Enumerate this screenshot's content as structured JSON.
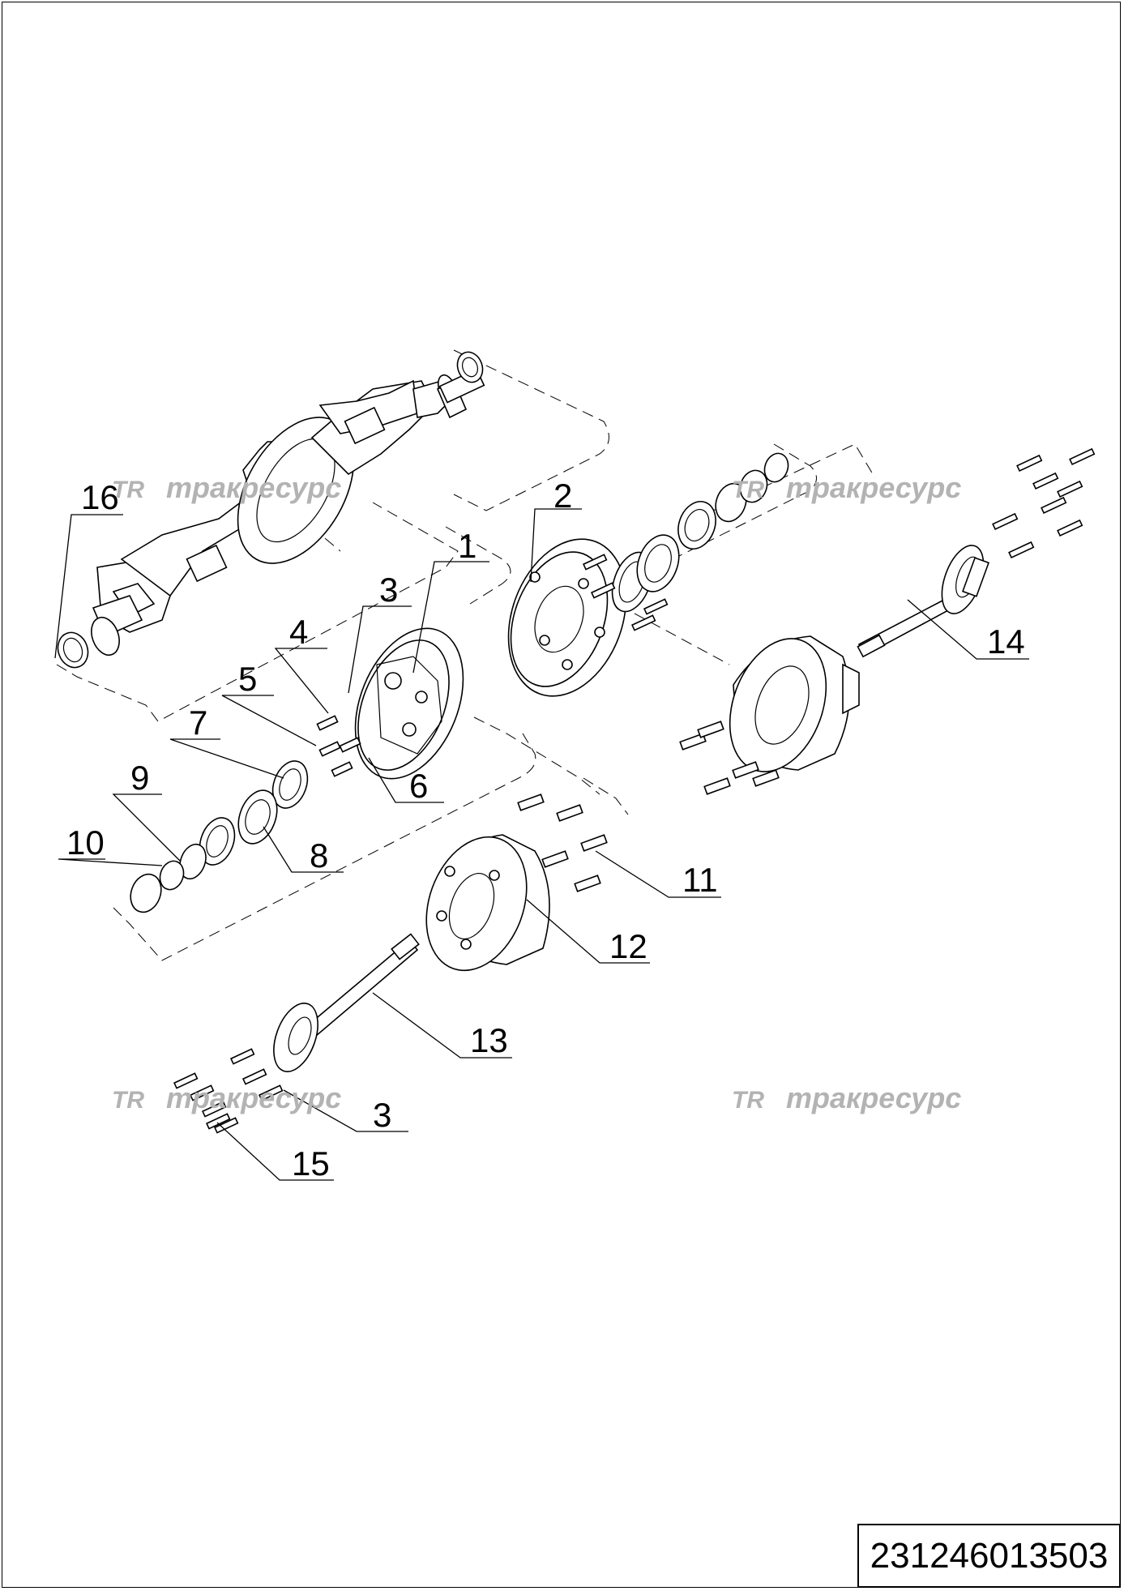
{
  "watermark": {
    "logo": "TR",
    "text": "тракресурс"
  },
  "document_number": "231246013503",
  "callouts": [
    {
      "id": "c16",
      "label": "16"
    },
    {
      "id": "c2",
      "label": "2"
    },
    {
      "id": "c1",
      "label": "1"
    },
    {
      "id": "c3a",
      "label": "3"
    },
    {
      "id": "c4",
      "label": "4"
    },
    {
      "id": "c5",
      "label": "5"
    },
    {
      "id": "c7",
      "label": "7"
    },
    {
      "id": "c9",
      "label": "9"
    },
    {
      "id": "c10",
      "label": "10"
    },
    {
      "id": "c6",
      "label": "6"
    },
    {
      "id": "c8",
      "label": "8"
    },
    {
      "id": "c14",
      "label": "14"
    },
    {
      "id": "c11",
      "label": "11"
    },
    {
      "id": "c12",
      "label": "12"
    },
    {
      "id": "c13",
      "label": "13"
    },
    {
      "id": "c3b",
      "label": "3"
    },
    {
      "id": "c15",
      "label": "15"
    }
  ]
}
